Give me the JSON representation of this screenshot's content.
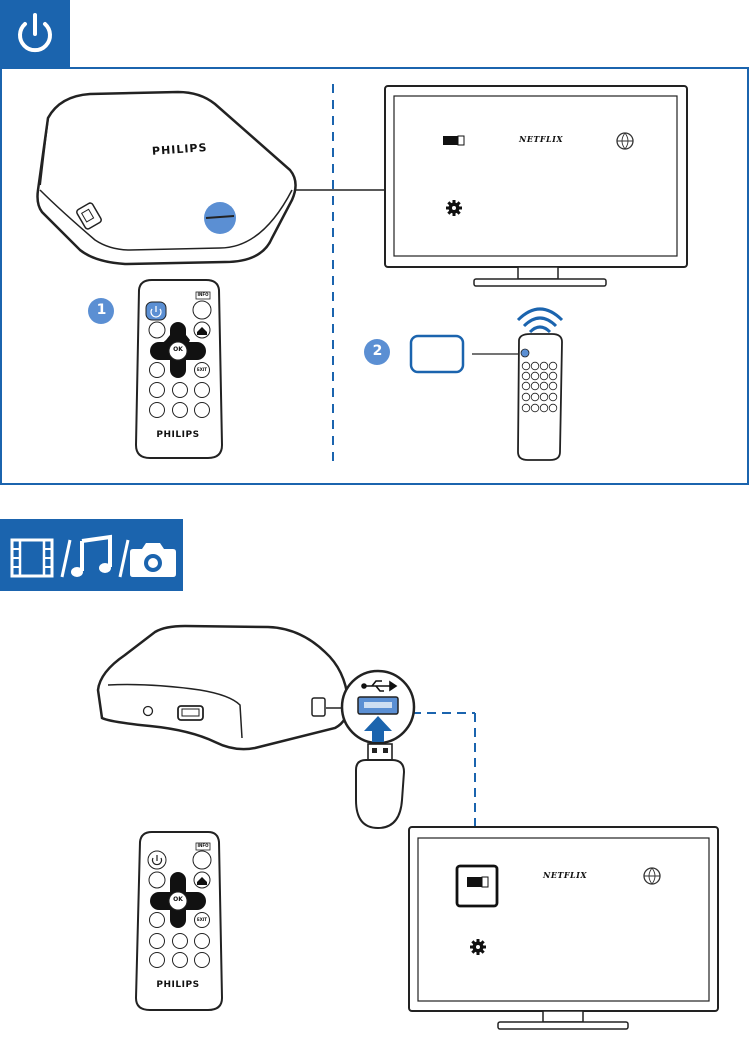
{
  "colors": {
    "accent": "#1b64ae",
    "step_badge": "#5b8fd3",
    "highlight": "#5b8fd3"
  },
  "section_power": {
    "icon": "power-icon",
    "brand": "PHILIPS",
    "step1_number": "1",
    "step2_number": "2",
    "remote": {
      "brand": "PHILIPS",
      "ok_label": "OK",
      "exit_label": "EXIT",
      "info_label": "INFO"
    },
    "tv_icons": [
      "media-player-icon",
      "netflix-logo",
      "web-globe-icon",
      "settings-gear-icon"
    ],
    "netflix_text": "NETFLIX"
  },
  "section_media": {
    "icons": [
      "video-film-icon",
      "music-note-icon",
      "camera-icon"
    ],
    "brand_remote": "PHILIPS",
    "remote": {
      "ok_label": "OK",
      "exit_label": "EXIT",
      "info_label": "INFO"
    },
    "usb_icon": "usb-icon",
    "tv_icons": [
      "media-player-icon",
      "netflix-logo",
      "web-globe-icon",
      "settings-gear-icon"
    ],
    "netflix_text": "NETFLIX"
  }
}
